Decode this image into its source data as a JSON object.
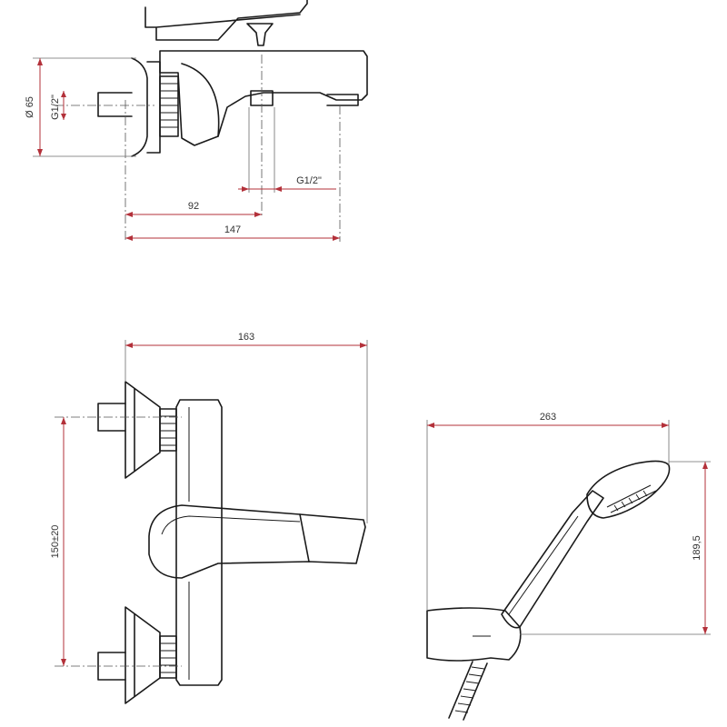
{
  "dimensions": {
    "side_diameter": "Ø 65",
    "side_thread_inlet": "G1/2\"",
    "side_thread_outlet": "G1/2\"",
    "side_length_92": "92",
    "side_length_147": "147",
    "front_width": "163",
    "front_centres": "150±20",
    "shower_width": "263",
    "shower_height": "189,5"
  },
  "colors": {
    "dimension_line": "#b3313a",
    "object_line": "#1a1a1a"
  }
}
